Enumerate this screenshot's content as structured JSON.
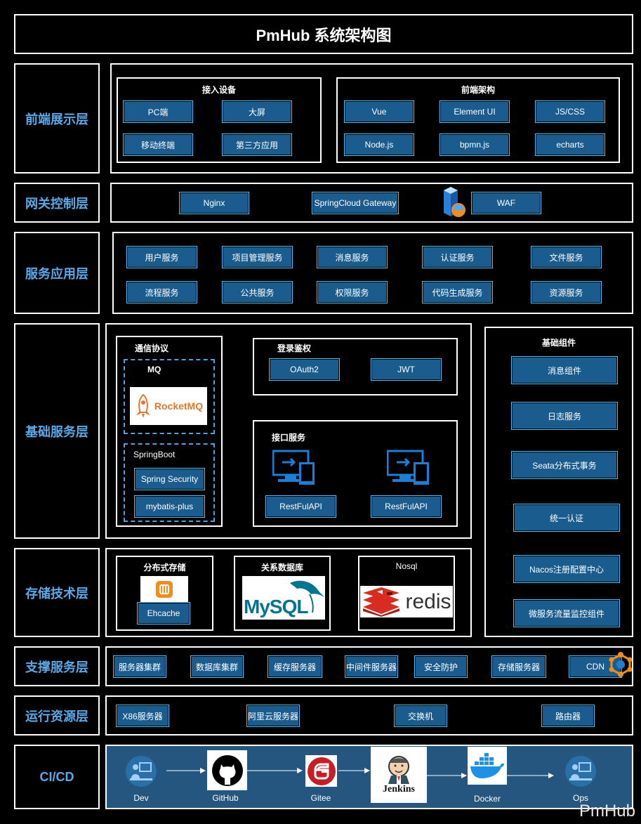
{
  "title": "PmHub 系统架构图",
  "layers": {
    "frontend": "前端展示层",
    "gateway": "网关控制层",
    "service": "服务应用层",
    "base": "基础服务层",
    "storage": "存储技术层",
    "support": "支撑服务层",
    "runtime": "运行资源层",
    "cicd": "CI/CD"
  },
  "frontend": {
    "devices_title": "接入设备",
    "devices": [
      "PC端",
      "大屏",
      "移动终端",
      "第三方应用"
    ],
    "arch_title": "前端架构",
    "arch": [
      "Vue",
      "Element UI",
      "JS/CSS",
      "Node.js",
      "bpmn.js",
      "echarts"
    ]
  },
  "gateway": {
    "items": [
      "Nginx",
      "SpringCloud Gateway",
      "WAF"
    ]
  },
  "service": {
    "items": [
      "用户服务",
      "项目管理服务",
      "消息服务",
      "认证服务",
      "文件服务",
      "流程服务",
      "公共服务",
      "权限服务",
      "代码生成服务",
      "资源服务"
    ]
  },
  "base": {
    "protocol_title": "通信协议",
    "mq_title": "MQ",
    "rocketmq": "RocketMQ",
    "springboot_title": "SpringBoot",
    "spring_security": "Spring Security",
    "mybatis": "mybatis-plus",
    "auth_title": "登录鉴权",
    "oauth2": "OAuth2",
    "jwt": "JWT",
    "api_title": "接口服务",
    "restful_1": "RestFulAPI",
    "restful_2": "RestFulAPI",
    "components_title": "基础组件",
    "components": [
      "消息组件",
      "日志服务",
      "Seata分布式事务",
      "统一认证",
      "Nacos注册配置中心",
      "微服务流量监控组件"
    ]
  },
  "storage": {
    "dist_title": "分布式存储",
    "ehcache": "Ehcache",
    "rdb_title": "关系数据库",
    "mysql": "MySQL",
    "nosql_title": "Nosql",
    "redis": "redis"
  },
  "support": {
    "items": [
      "服务器集群",
      "数据库集群",
      "缓存服务器",
      "中间件服务器",
      "安全防护",
      "存储服务器",
      "CDN"
    ]
  },
  "runtime": {
    "items": [
      "X86服务器",
      "阿里云服务器",
      "交换机",
      "路由器"
    ]
  },
  "cicd": {
    "items": [
      "Dev",
      "GitHub",
      "Gitee",
      "Jenkins",
      "Docker",
      "Ops"
    ]
  },
  "watermark": "PmHub",
  "colors": {
    "accent": "#5aa9e6",
    "box_fill": "#1b5c8f",
    "box_border": "#58c0f2",
    "cicd_bg": "#24567f"
  }
}
